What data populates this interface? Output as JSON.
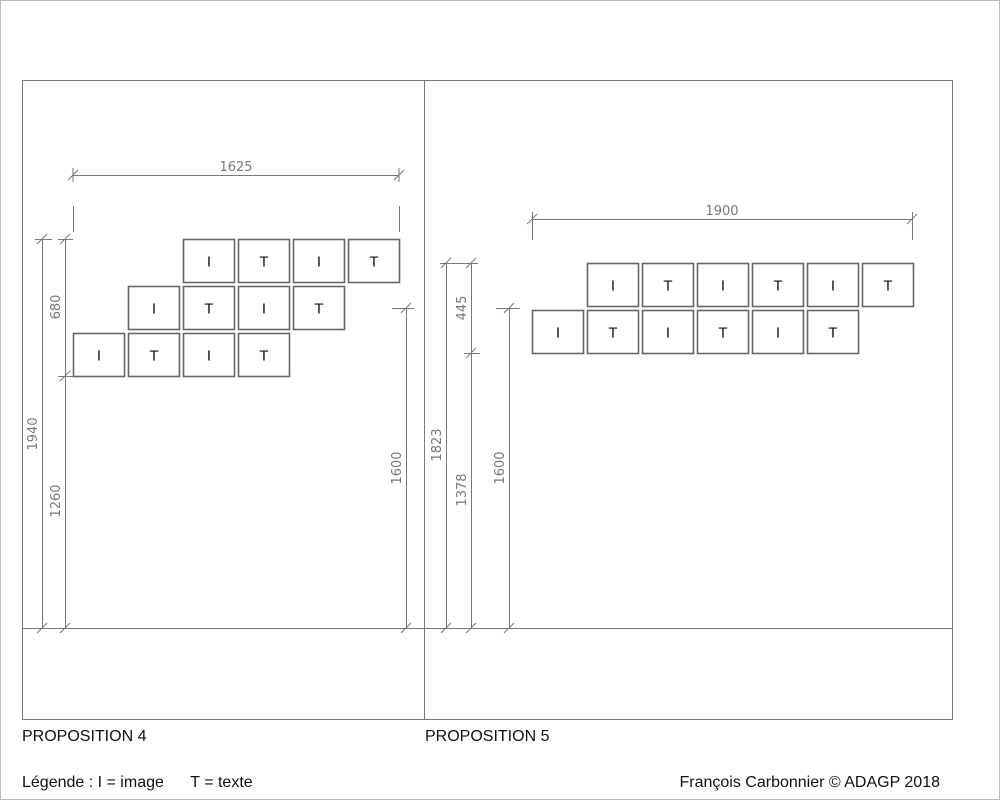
{
  "colors": {
    "frame": "#777777",
    "cell": "#666666",
    "dimension": "#777777",
    "text": "#111111"
  },
  "propositions": [
    {
      "label": "PROPOSITION 4",
      "rows": [
        [
          "I",
          "T",
          "I",
          "T"
        ],
        [
          "I",
          "T",
          "I",
          "T"
        ],
        [
          "I",
          "T",
          "I",
          "T"
        ]
      ],
      "dimensions": {
        "width": "1625",
        "total_height": "1940",
        "block_height": "680",
        "base_height": "1260",
        "center_height": "1600"
      }
    },
    {
      "label": "PROPOSITION 5",
      "rows": [
        [
          "I",
          "T",
          "I",
          "T",
          "I",
          "T"
        ],
        [
          "I",
          "T",
          "I",
          "T",
          "I",
          "T"
        ]
      ],
      "dimensions": {
        "width": "1900",
        "total_height": "1823",
        "block_height": "445",
        "base_height": "1378",
        "center_height": "1600"
      }
    }
  ],
  "legend": "Légende : I = image      T = texte",
  "credit": "François Carbonnier © ADAGP 2018"
}
